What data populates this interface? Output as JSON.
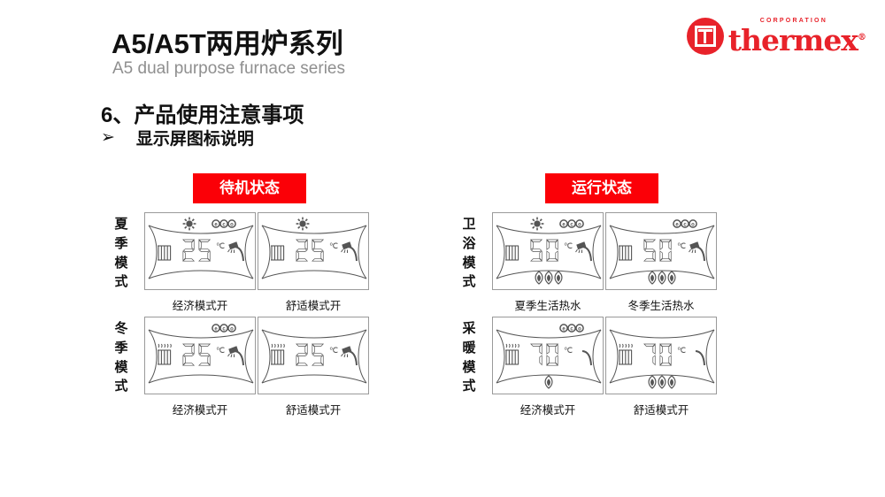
{
  "header": {
    "title_zh": "A5/A5T两用炉系列",
    "title_en": "A5 dual purpose furnace series",
    "section_heading": "6、产品使用注意事项",
    "sub_bullet": "➢",
    "sub_heading": "显示屏图标说明"
  },
  "logo": {
    "corporation": "CORPORATION",
    "wordmark": "thermex",
    "registered": "®",
    "color": "#e8222a"
  },
  "colors": {
    "badge_bg": "#fb0007",
    "badge_text": "#ffffff",
    "lcd_border": "#9a9a9a",
    "lcd_ink": "#555555",
    "text": "#111111",
    "subtitle": "#8f8f8f"
  },
  "groups": [
    {
      "badge": "待机状态",
      "rows": [
        {
          "mode_label": [
            "夏",
            "季",
            "模",
            "式"
          ],
          "panels": [
            {
              "caption": "经济模式开",
              "icons": {
                "sun": true,
                "eco": true,
                "radiator": true,
                "radiator_heat": false,
                "shower": true,
                "shower_head": true,
                "flames": 0
              },
              "temperature": "25",
              "unit": "℃"
            },
            {
              "caption": "舒适模式开",
              "icons": {
                "sun": true,
                "eco": false,
                "radiator": true,
                "radiator_heat": false,
                "shower": true,
                "shower_head": true,
                "flames": 0
              },
              "temperature": "25",
              "unit": "℃"
            }
          ]
        },
        {
          "mode_label": [
            "冬",
            "季",
            "模",
            "式"
          ],
          "panels": [
            {
              "caption": "经济模式开",
              "icons": {
                "sun": false,
                "eco": true,
                "radiator": true,
                "radiator_heat": true,
                "shower": true,
                "shower_head": true,
                "flames": 0
              },
              "temperature": "25",
              "unit": "℃"
            },
            {
              "caption": "舒适模式开",
              "icons": {
                "sun": false,
                "eco": false,
                "radiator": true,
                "radiator_heat": true,
                "shower": true,
                "shower_head": true,
                "flames": 0
              },
              "temperature": "25",
              "unit": "℃"
            }
          ]
        }
      ]
    },
    {
      "badge": "运行状态",
      "rows": [
        {
          "mode_label": [
            "卫",
            "浴",
            "模",
            "式"
          ],
          "panels": [
            {
              "caption": "夏季生活热水",
              "icons": {
                "sun": true,
                "eco": true,
                "radiator": true,
                "radiator_heat": false,
                "shower": true,
                "shower_head": true,
                "flames": 3
              },
              "temperature": "50",
              "unit": "℃"
            },
            {
              "caption": "冬季生活热水",
              "icons": {
                "sun": false,
                "eco": true,
                "radiator": true,
                "radiator_heat": false,
                "shower": true,
                "shower_head": true,
                "flames": 3
              },
              "temperature": "50",
              "unit": "℃"
            }
          ]
        },
        {
          "mode_label": [
            "采",
            "暖",
            "模",
            "式"
          ],
          "panels": [
            {
              "caption": "经济模式开",
              "icons": {
                "sun": false,
                "eco": true,
                "radiator": true,
                "radiator_heat": true,
                "shower": true,
                "shower_head": false,
                "flames": 1
              },
              "temperature": "70",
              "unit": "℃"
            },
            {
              "caption": "舒适模式开",
              "icons": {
                "sun": false,
                "eco": false,
                "radiator": true,
                "radiator_heat": true,
                "shower": true,
                "shower_head": false,
                "flames": 3
              },
              "temperature": "70",
              "unit": "℃"
            }
          ]
        }
      ]
    }
  ]
}
